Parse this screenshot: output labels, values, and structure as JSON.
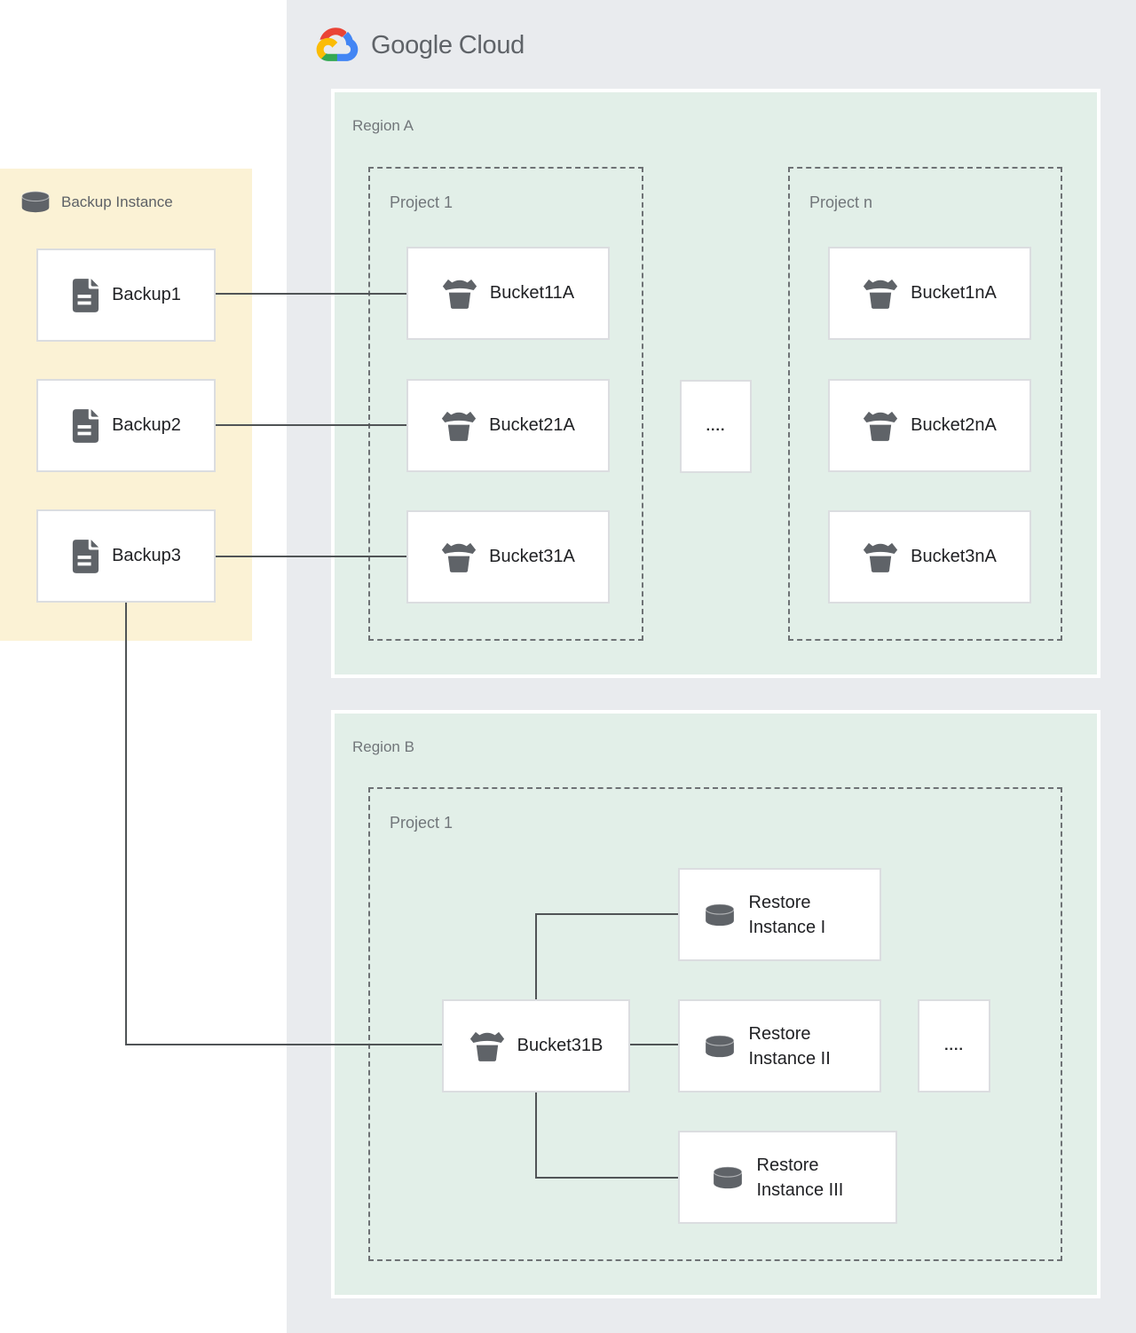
{
  "colors": {
    "canvas-gray": "#E9EBEE",
    "backup-yellow": "#FBF2D5",
    "region-green": "#E2EFE8",
    "node-border": "#DBDDE0",
    "line": "#505456",
    "dashed-border": "#6E7275",
    "icon-gray": "#5F6368",
    "text-dark": "#202124",
    "text-muted": "#71767A",
    "logo-red": "#EA4335",
    "logo-blue": "#4285F4",
    "logo-green": "#34A853",
    "logo-yellow": "#FBBC05"
  },
  "logo": {
    "word1": "Google",
    "word2": "Cloud"
  },
  "backup_panel": {
    "title": "Backup Instance",
    "items": [
      {
        "label": "Backup1"
      },
      {
        "label": "Backup2"
      },
      {
        "label": "Backup3"
      }
    ]
  },
  "region_a": {
    "label": "Region A",
    "project1": {
      "label": "Project 1",
      "buckets": [
        {
          "label": "Bucket11A"
        },
        {
          "label": "Bucket21A"
        },
        {
          "label": "Bucket31A"
        }
      ]
    },
    "project_n": {
      "label": "Project n",
      "buckets": [
        {
          "label": "Bucket1nA"
        },
        {
          "label": "Bucket2nA"
        },
        {
          "label": "Bucket3nA"
        }
      ]
    },
    "ellipsis": "...."
  },
  "region_b": {
    "label": "Region B",
    "project1": {
      "label": "Project 1",
      "bucket": {
        "label": "Bucket31B"
      },
      "restores": [
        {
          "label": "Restore Instance I"
        },
        {
          "label": "Restore Instance II"
        },
        {
          "label": "Restore Instance III"
        }
      ],
      "ellipsis": "...."
    }
  }
}
